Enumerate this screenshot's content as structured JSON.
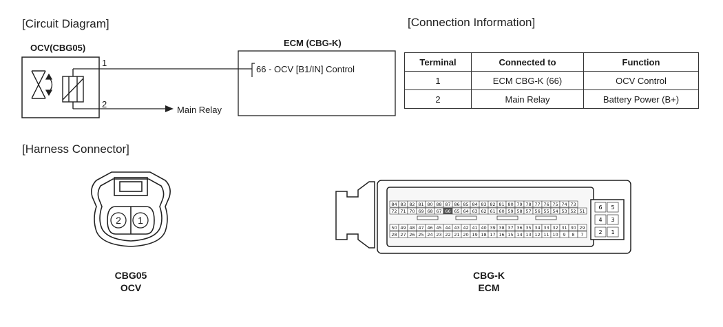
{
  "sections": {
    "circuit": "[Circuit Diagram]",
    "connection": "[Connection Information]",
    "harness": "[Harness Connector]"
  },
  "ocv": {
    "title": "OCV(CBG05)",
    "pin1": "1",
    "pin2": "2"
  },
  "ecm": {
    "title": "ECM (CBG-K)",
    "pin_label": "66 - OCV [B1/IN] Control"
  },
  "main_relay": "Main Relay",
  "table": {
    "headers": [
      "Terminal",
      "Connected to",
      "Function"
    ],
    "rows": [
      [
        "1",
        "ECM CBG-K (66)",
        "OCV Control"
      ],
      [
        "2",
        "Main Relay",
        "Battery Power (B+)"
      ]
    ]
  },
  "ocv_connector": {
    "pins": [
      "2",
      "1"
    ],
    "caption_line1": "CBG05",
    "caption_line2": "OCV"
  },
  "ecm_connector": {
    "caption_line1": "CBG-K",
    "caption_line2": "ECM",
    "row1": [
      "84",
      "83",
      "82",
      "81",
      "80",
      "88",
      "87",
      "86",
      "85",
      "84",
      "83",
      "82",
      "81",
      "80",
      "79",
      "78",
      "77",
      "76",
      "75",
      "74",
      "73"
    ],
    "row2": [
      "72",
      "71",
      "70",
      "69",
      "68",
      "67",
      "66",
      "65",
      "64",
      "63",
      "62",
      "61",
      "60",
      "59",
      "58",
      "57",
      "56",
      "55",
      "54",
      "53",
      "52",
      "51"
    ],
    "row3": [
      "50",
      "49",
      "48",
      "47",
      "46",
      "45",
      "44",
      "43",
      "42",
      "41",
      "40",
      "39",
      "38",
      "37",
      "36",
      "35",
      "34",
      "33",
      "32",
      "31",
      "30",
      "29"
    ],
    "row4": [
      "28",
      "27",
      "26",
      "25",
      "24",
      "23",
      "22",
      "21",
      "20",
      "19",
      "18",
      "17",
      "16",
      "15",
      "14",
      "13",
      "12",
      "11",
      "10",
      "9",
      "8",
      "7"
    ],
    "side_pins": [
      [
        "6",
        "5"
      ],
      [
        "4",
        "3"
      ],
      [
        "2",
        "1"
      ]
    ],
    "highlight_pin": "66"
  }
}
